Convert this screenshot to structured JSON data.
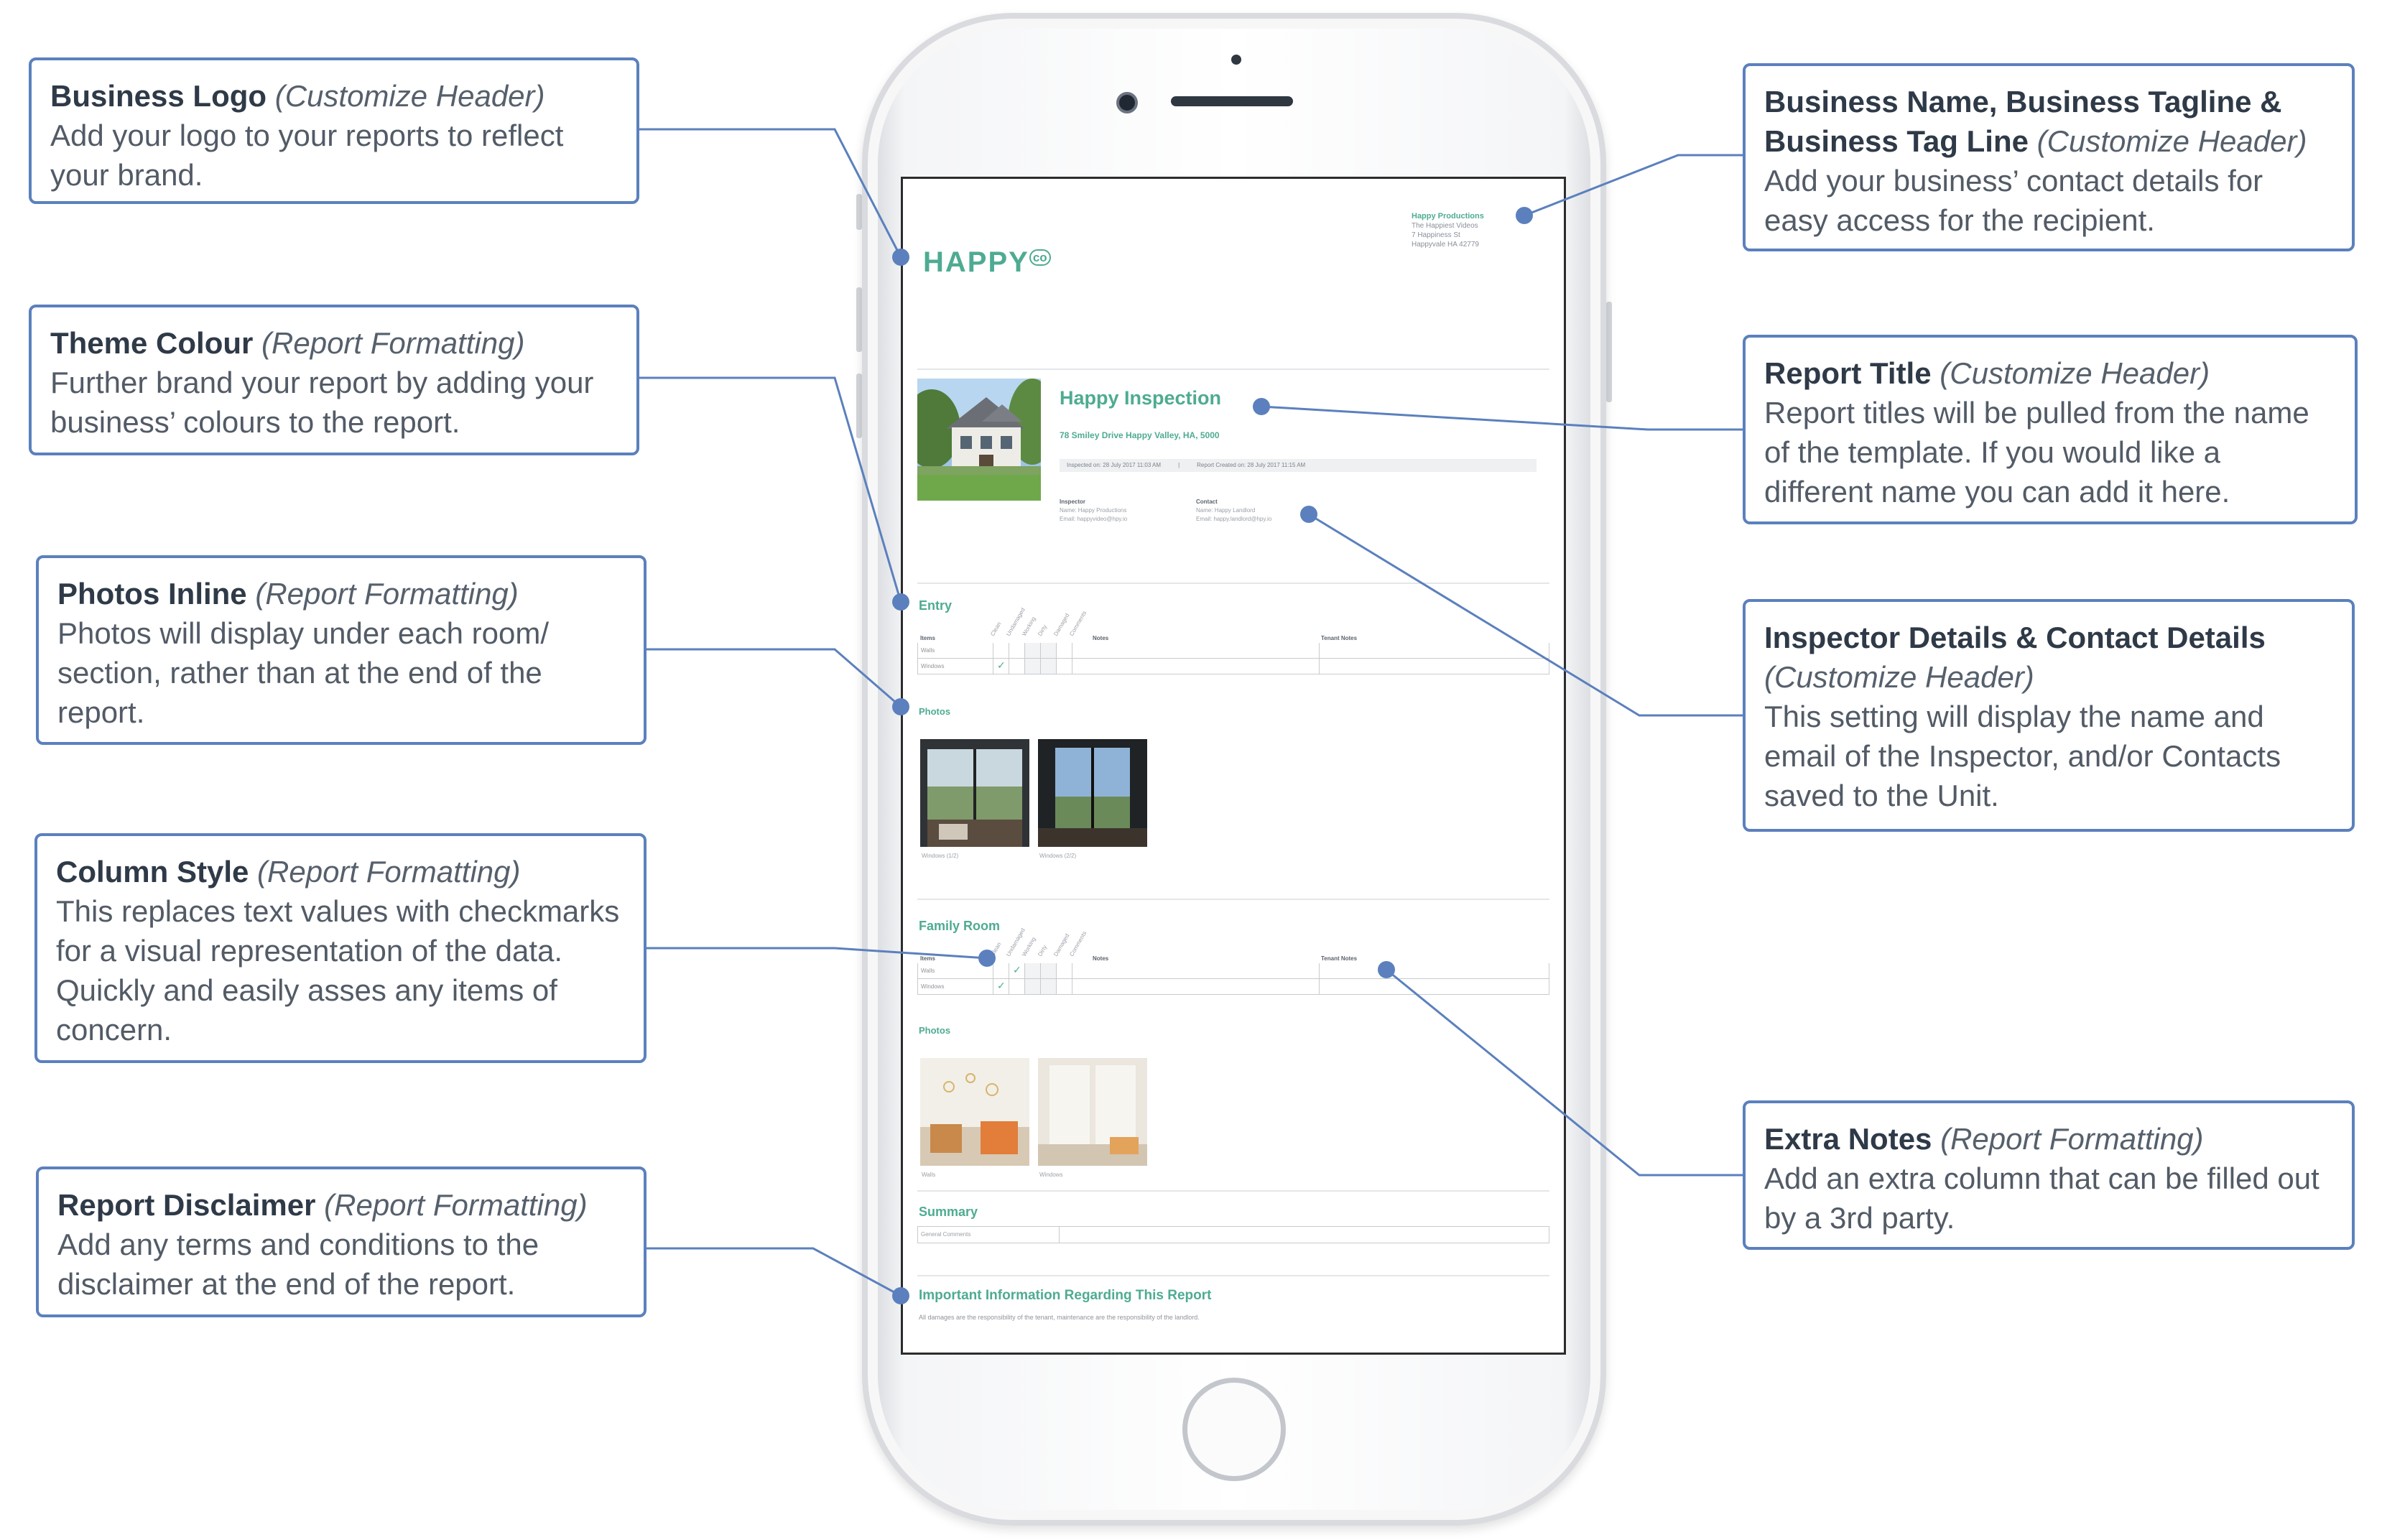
{
  "callouts": {
    "business_logo": {
      "title": "Business Logo",
      "tag": "(Customize Header)",
      "description": "Add your logo to your reports to reflect your brand."
    },
    "theme_colour": {
      "title": "Theme Colour",
      "tag": "(Report Formatting)",
      "description": "Further brand your report by adding your business’ colours to the report."
    },
    "photos_inline": {
      "title": "Photos Inline",
      "tag": "(Report Formatting)",
      "description": "Photos will display under each room/ section, rather than at the end of the report."
    },
    "column_style": {
      "title": "Column Style",
      "tag": "(Report Formatting)",
      "description": "This replaces text values with checkmarks for a visual representation of the data. Quickly and easily asses any items of concern."
    },
    "report_disclaimer": {
      "title": "Report Disclaimer",
      "tag": "(Report Formatting)",
      "description": "Add any terms and conditions to the disclaimer at the end of the report."
    },
    "business_name": {
      "title": "Business Name, Business Tagline & Business Tag Line",
      "tag": "(Customize Header)",
      "description": "Add your business’ contact details for easy access for the recipient."
    },
    "report_title": {
      "title": "Report Title",
      "tag": "(Customize Header)",
      "description": "Report titles will be pulled from the name of the template. If you would like a different name you can add it here."
    },
    "inspector_details": {
      "title": "Inspector Details & Contact Details",
      "tag": "(Customize Header)",
      "description": "This setting will display the name and email of the Inspector, and/or Contacts saved to the Unit."
    },
    "extra_notes": {
      "title": "Extra Notes",
      "tag": "(Report Formatting)",
      "description": "Add an extra column that can be filled out by a 3rd party."
    }
  },
  "report": {
    "logo_text": "HAPPY",
    "logo_mark": "co",
    "business_name": "Happy Productions",
    "business_tagline": "The Happiest Videos",
    "business_address_1": "7 Happiness St",
    "business_address_2": "Happyvale HA 42779",
    "title": "Happy Inspection",
    "address": "78 Smiley Drive Happy Valley, HA, 5000",
    "inspected_on": "Inspected on: 28 July 2017 11:03 AM",
    "created_on": "Report Created on: 28 July 2017 11:15 AM",
    "inspector_label": "Inspector",
    "inspector_name": "Name: Happy Productions",
    "inspector_email": "Email: happyvideo@hpy.io",
    "contact_label": "Contact",
    "contact_name": "Name: Happy Landlord",
    "contact_email": "Email: happy.landlord@hpy.io",
    "entry_title": "Entry",
    "family_title": "Family Room",
    "photos_label": "Photos",
    "table_items_header": "Items",
    "table_notes_header": "Notes",
    "table_tenant_header": "Tenant Notes",
    "condition_columns": [
      "Clean",
      "Undamaged",
      "Working",
      "Dirty",
      "Damaged",
      "Comments"
    ],
    "entry_rows": [
      "Walls",
      "Windows"
    ],
    "family_rows": [
      "Walls",
      "Windows"
    ],
    "entry_photo_captions": [
      "Windows (1/2)",
      "Windows (2/2)"
    ],
    "family_photo_captions": [
      "Walls",
      "Windows"
    ],
    "summary_title": "Summary",
    "summary_row": "General Comments",
    "important_title": "Important Information Regarding This Report",
    "disclaimer_text": "All damages are the responsibility of the tenant, maintenance are the responsibility of the landlord."
  },
  "colors": {
    "theme_green": "#4eab92",
    "callout_blue": "#5b80bd"
  }
}
